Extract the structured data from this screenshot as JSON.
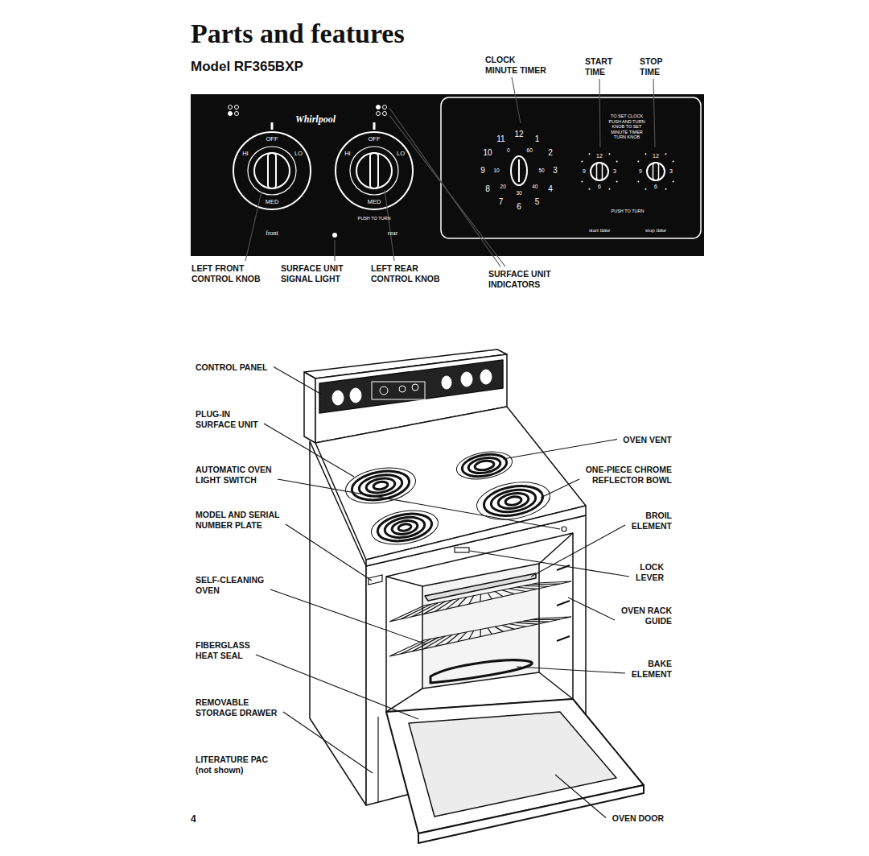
{
  "diagram": {
    "title": "Parts and features",
    "labels": [
      "Model RF365BXP",
      "CLOCK MINUTE TIMER",
      "START TIME",
      "STOP TIME",
      "Whirlpool",
      "OFF",
      "HI",
      "LO",
      "MED",
      "OFF",
      "HI",
      "LO",
      "MED",
      "PUSH TO TURN",
      "front",
      "rear",
      "1",
      "2",
      "3",
      "4",
      "5",
      "6",
      "7",
      "8",
      "9",
      "10",
      "11",
      "12",
      "0",
      "10",
      "20",
      "30",
      "40",
      "50",
      "60",
      "TO SET CLOCK PUSH AND TURN KNOB TO SET MINUTE TIMER TURN KNOB",
      "12",
      "3",
      "6",
      "9",
      "12",
      "3",
      "6",
      "9",
      "PUSH TO TURN",
      "start time",
      "stop time",
      "LEFT FRONT CONTROL KNOB",
      "SURFACE UNIT SIGNAL LIGHT",
      "LEFT REAR CONTROL KNOB",
      "SURFACE UNIT INDICATORS",
      "CONTROL PANEL",
      "PLUG-IN SURFACE UNIT",
      "AUTOMATIC OVEN LIGHT SWITCH",
      "MODEL AND SERIAL NUMBER PLATE",
      "SELF-CLEANING OVEN",
      "FIBERGLASS HEAT SEAL",
      "REMOVABLE STORAGE DRAWER",
      "LITERATURE PAC (not shown)",
      "OVEN VENT",
      "ONE-PIECE CHROME REFLECTOR BOWL",
      "BROIL ELEMENT",
      "LOCK LEVER",
      "OVEN RACK GUIDE",
      "BAKE ELEMENT",
      "OVEN DOOR",
      "4"
    ]
  }
}
